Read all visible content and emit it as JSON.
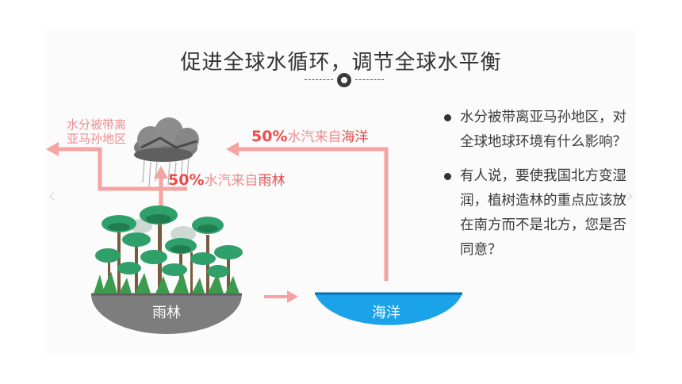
{
  "title": "促进全球水循环，调节全球水平衡",
  "diagram": {
    "amazon_label_line1": "水分被带离",
    "amazon_label_line2": "亚马孙地区",
    "ocean_pct": "50%",
    "ocean_text1": "水汽来自",
    "ocean_text2": "海洋",
    "rain_pct": "50%",
    "rain_text1": "水汽来自",
    "rain_text2": "雨林",
    "rainforest_label": "雨林",
    "ocean_label": "海洋",
    "colors": {
      "arrow": "#f5a3a3",
      "ocean": "#1aa3e8",
      "ground": "#7d7d7d",
      "tree": "#2fa06a"
    }
  },
  "questions": [
    "水分被带离亚马孙地区，对全球地球环境有什么影响？",
    "有人说，要使我国北方变湿润，植树造林的重点应该放在南方而不是北方，您是否同意？"
  ]
}
